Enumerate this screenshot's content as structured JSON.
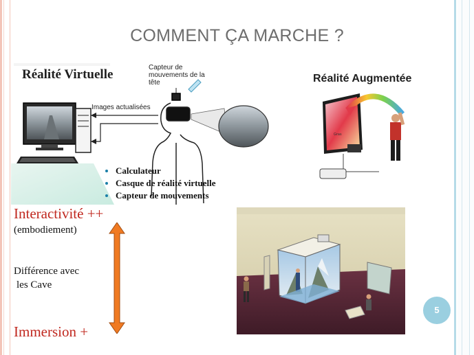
{
  "slide": {
    "title": "COMMENT ÇA MARCHE ?",
    "page_number": "5"
  },
  "vr_figure": {
    "title": "Réalité Virtuelle",
    "head_sensor_label": "Capteur de mouvements de la tête",
    "updated_images_label": "Images actualisées"
  },
  "features": [
    "Calculateur",
    "Casque de réalité virtuelle",
    "Capteur de mouvements"
  ],
  "ar_figure": {
    "title": "Réalité Augmentée"
  },
  "comparison": {
    "interactivity": "Interactivité ++",
    "embodiment": "(embodiement)",
    "difference_line1": "Différence avec",
    "difference_line2": "les Cave",
    "immersion": "Immersion +"
  },
  "colors": {
    "accent_red": "#c0271e",
    "arrow_orange": "#f07a22",
    "page_badge": "#9acfe0",
    "title_gray": "#6d6d6d"
  }
}
